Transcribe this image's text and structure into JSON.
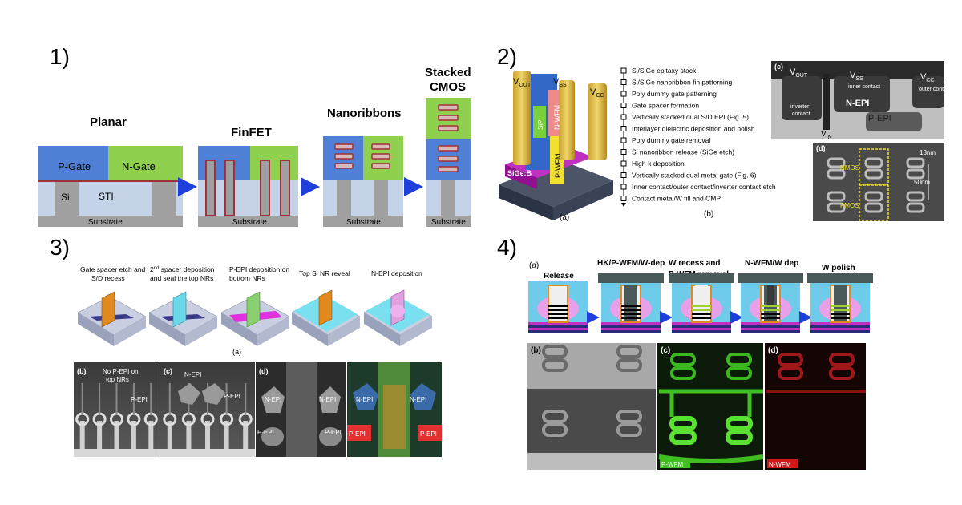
{
  "panel1": {
    "number": "1)",
    "planar_label": "Planar",
    "finfet_label": "FinFET",
    "nanoribbons_label": "Nanoribbons",
    "stacked_line1": "Stacked",
    "stacked_line2": "CMOS",
    "p_gate": "P-Gate",
    "n_gate": "N-Gate",
    "si": "Si",
    "sti": "STI",
    "substrate": "Substrate"
  },
  "panel2": {
    "number": "2)",
    "v_out": "V",
    "v_out_sub": "OUT",
    "v_ss": "V",
    "v_ss_sub": "SS",
    "v_cc": "V",
    "v_cc_sub": "CC",
    "n_wfm": "N-WFM",
    "p_wfm": "P-WFM",
    "sip": "SiP",
    "sige_b": "SiGe:B",
    "caption_a": "(a)",
    "caption_b": "(b)",
    "steps": [
      "Si/SiGe epitaxy stack",
      "Si/SiGe nanoribbon fin patterning",
      "Poly dummy gate patterning",
      "Gate spacer formation",
      "Vertically stacked dual S/D EPI (Fig. 5)",
      "Interlayer dielectric deposition and polish",
      "Poly dummy gate removal",
      "Si nanoribbon release (SiGe etch)",
      "High-k deposition",
      "Vertically stacked dual metal gate (Fig. 6)",
      "Inner contact/outer contact/inverter contact etch",
      "Contact metal/W fill and CMP"
    ],
    "tem_c": {
      "label": "(c)",
      "v_out": "V",
      "v_out_sub": "OUT",
      "v_ss": "V",
      "v_ss_sub": "SS",
      "inner_contact": "inner contact",
      "v_cc": "V",
      "v_cc_sub": "CC",
      "outer_contact": "outer contact",
      "inverter_line1": "inverter",
      "inverter_line2": "contact",
      "n_epi": "N-EPI",
      "p_epi": "P-EPI",
      "v_in": "V",
      "v_in_sub": "IN"
    },
    "tem_d": {
      "label": "(d)",
      "nmos": "NMOS",
      "pmos": "PMOS",
      "dim1": "13nm",
      "dim2": "50nm"
    }
  },
  "panel3": {
    "number": "3)",
    "step1_l1": "Gate spacer etch and",
    "step1_l2": "S/D recess",
    "step2_pre": "2",
    "step2_sup": "nd",
    "step2_l1": " spacer deposition",
    "step2_l2": "and  seal the top NRs",
    "step3_l1": "P-EPI deposition on",
    "step3_l2": "bottom NRs",
    "step4": "Top Si NR reveal",
    "step5": "N-EPI deposition",
    "caption_a": "(a)",
    "sem_b_label": "(b)",
    "sem_b_note_l1": "No P-EPI on",
    "sem_b_note_l2": "top NRs",
    "sem_b_pepi": "P-EPI",
    "sem_c_label": "(c)",
    "sem_c_nepi": "N-EPI",
    "sem_c_pepi": "P-EPI",
    "sem_d_label": "(d)",
    "sem_d_nepi1": "N-EPI",
    "sem_d_nepi2": "N-EPI",
    "sem_d_pepi1": "P-EPI",
    "sem_d_pepi2": "P-EPI",
    "eds_nepi1": "N-EPI",
    "eds_nepi2": "N-EPI",
    "eds_pepi1": "P-EPI",
    "eds_pepi2": "P-EPI"
  },
  "panel4": {
    "number": "4)",
    "caption_a": "(a)",
    "step1": "Release",
    "step2": "HK/P-WFM/W-dep",
    "step3_l1": "W recess and",
    "step3_l2": "P-WFM removal",
    "step4": "N-WFM/W dep",
    "step5": "W polish",
    "img_b_label": "(b)",
    "img_c_label": "(c)",
    "img_d_label": "(d)",
    "p_wfm_tag": "P-WFM",
    "n_wfm_tag": "N-WFM"
  },
  "colors": {
    "p_gate": "#4f80d6",
    "n_gate": "#8fd14f",
    "sti": "#c5d3e8",
    "substrate": "#a0a0a0",
    "arrow": "#1f3fdb",
    "nr_fill": "#d9b8b8",
    "nr_stroke": "#a0303a",
    "pillar": "#e6c24a",
    "magenta": "#c030c0",
    "n_wfm": "#f08a8a",
    "p_wfm": "#f0e030"
  }
}
